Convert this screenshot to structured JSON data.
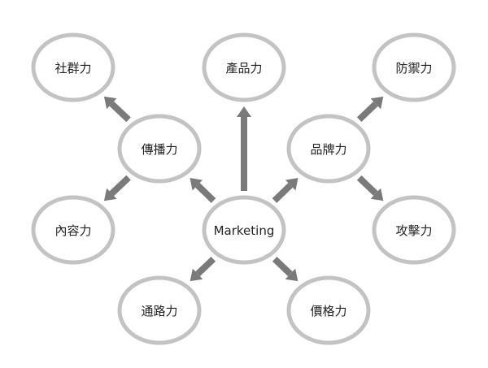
{
  "center": {
    "id": "marketing",
    "label": "Marketing"
  },
  "nodes": [
    {
      "id": "community",
      "label": "社群力"
    },
    {
      "id": "product",
      "label": "產品力"
    },
    {
      "id": "defense",
      "label": "防禦力"
    },
    {
      "id": "communication",
      "label": "傳播力"
    },
    {
      "id": "brand",
      "label": "品牌力"
    },
    {
      "id": "content",
      "label": "內容力"
    },
    {
      "id": "attack",
      "label": "攻擊力"
    },
    {
      "id": "channel",
      "label": "通路力"
    },
    {
      "id": "price",
      "label": "價格力"
    }
  ],
  "edges": [
    {
      "from": "marketing",
      "to": "product"
    },
    {
      "from": "marketing",
      "to": "communication"
    },
    {
      "from": "marketing",
      "to": "brand"
    },
    {
      "from": "marketing",
      "to": "channel"
    },
    {
      "from": "marketing",
      "to": "price"
    },
    {
      "from": "communication",
      "to": "community"
    },
    {
      "from": "communication",
      "to": "content"
    },
    {
      "from": "brand",
      "to": "defense"
    },
    {
      "from": "brand",
      "to": "attack"
    }
  ],
  "colors": {
    "node_stroke": "#c3c3c3",
    "arrow": "#7a7a7a",
    "text": "#222222"
  }
}
